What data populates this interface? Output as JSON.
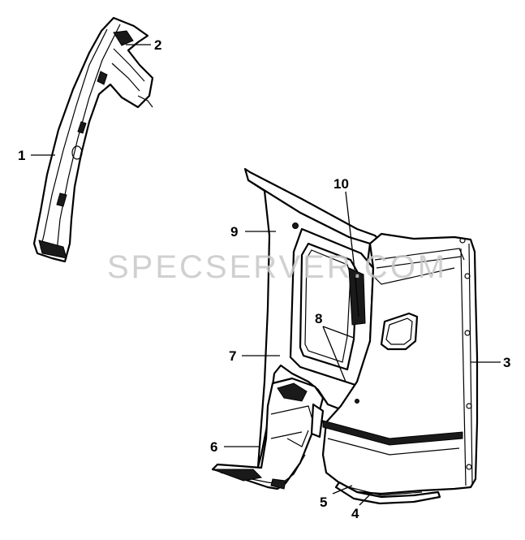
{
  "watermark": "SPECSERVER.COM",
  "callouts": [
    {
      "id": "c1",
      "label": "1"
    },
    {
      "id": "c2",
      "label": "2"
    },
    {
      "id": "c3",
      "label": "3"
    },
    {
      "id": "c4",
      "label": "4"
    },
    {
      "id": "c5",
      "label": "5"
    },
    {
      "id": "c6",
      "label": "6"
    },
    {
      "id": "c7",
      "label": "7"
    },
    {
      "id": "c8",
      "label": "8"
    },
    {
      "id": "c9",
      "label": "9"
    },
    {
      "id": "c10",
      "label": "10"
    }
  ]
}
